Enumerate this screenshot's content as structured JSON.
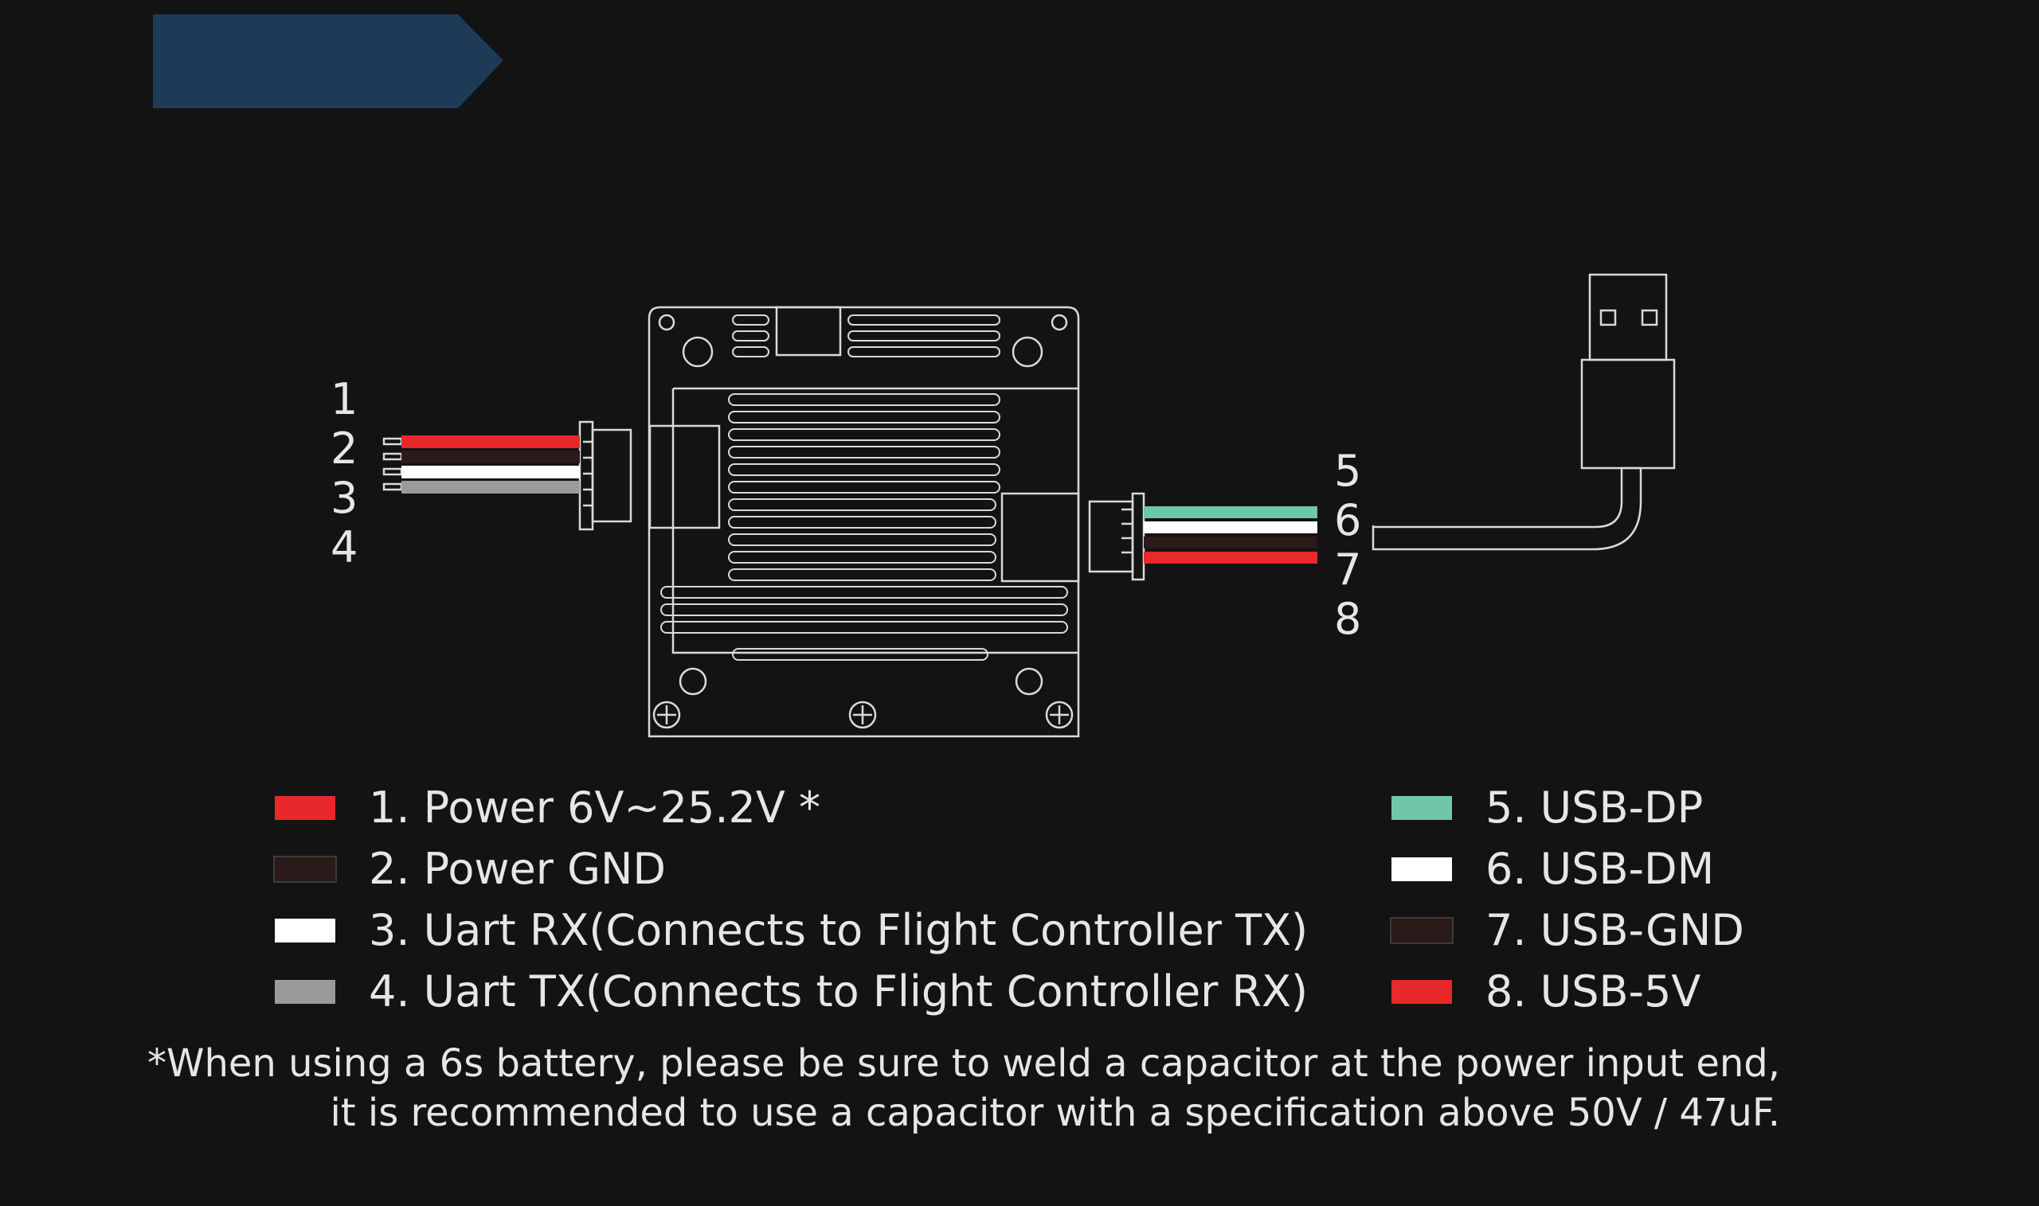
{
  "colors": {
    "background": "#131313",
    "banner": "#1d3a57",
    "outline": "#d9d9d9",
    "red": "#e8282a",
    "dark": "#2a1a1a",
    "white": "#ffffff",
    "gray": "#9a9a9a",
    "teal": "#6fc6a8"
  },
  "left_pins": [
    "1",
    "2",
    "3",
    "4"
  ],
  "right_pins": [
    "5",
    "6",
    "7",
    "8"
  ],
  "legend_left": [
    {
      "label": "1. Power 6V~25.2V *",
      "color": "#e8282a"
    },
    {
      "label": "2. Power GND",
      "color": "#2a1a1a"
    },
    {
      "label": "3. Uart RX(Connects to Flight Controller TX)",
      "color": "#ffffff"
    },
    {
      "label": "4. Uart TX(Connects to Flight Controller RX)",
      "color": "#9a9a9a"
    }
  ],
  "legend_right": [
    {
      "label": "5. USB-DP",
      "color": "#6fc6a8"
    },
    {
      "label": "6. USB-DM",
      "color": "#ffffff"
    },
    {
      "label": "7. USB-GND",
      "color": "#2a1a1a"
    },
    {
      "label": "8. USB-5V",
      "color": "#e8282a"
    }
  ],
  "note": {
    "line1": "*When using a 6s battery, please be sure to weld a capacitor at the power input end,",
    "line2": "it is recommended to use a capacitor with a specification above 50V / 47uF."
  }
}
